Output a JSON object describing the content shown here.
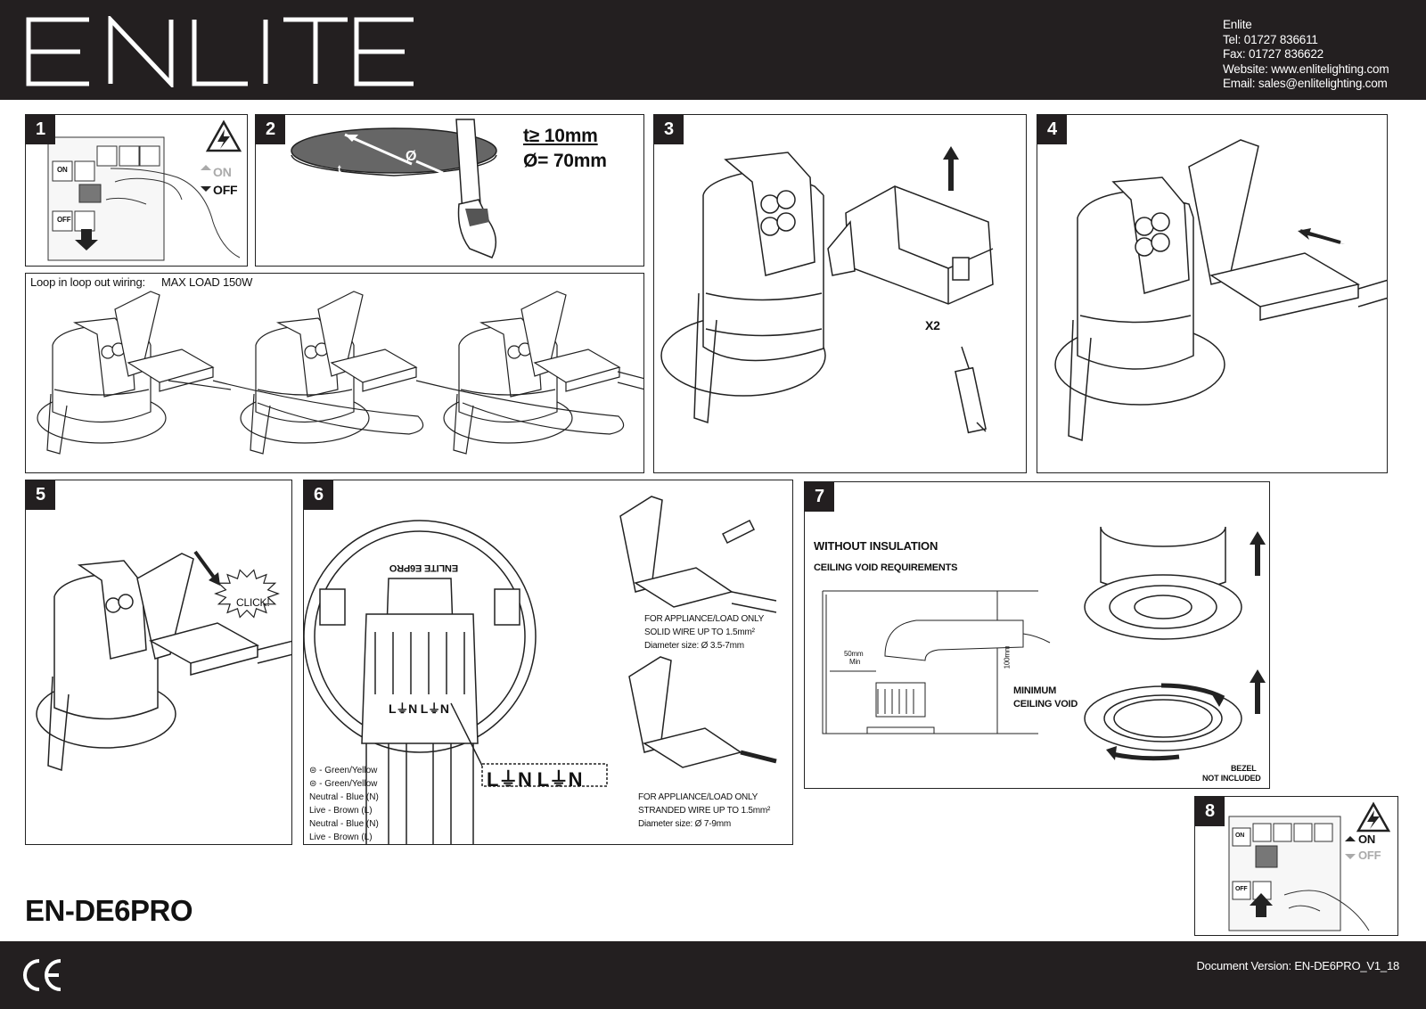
{
  "header": {
    "brand": "ENLITE",
    "contact": {
      "company": "Enlite",
      "tel": "Tel: 01727 836611",
      "fax": "Fax: 01727 836622",
      "website": "Website: www.enlitelighting.com",
      "email": "Email: sales@enlitelighting.com"
    }
  },
  "steps": {
    "s1": {
      "num": "1",
      "breaker_on": "ON",
      "breaker_off": "OFF",
      "legend_on": "ON",
      "legend_off": "OFF"
    },
    "s2": {
      "num": "2",
      "thickness": "t≥ 10mm",
      "diameter": "Ø= 70mm",
      "t_label": "t",
      "o_label": "Ø"
    },
    "loop": {
      "title": "Loop in loop out wiring:",
      "max_load": "MAX LOAD 150W"
    },
    "s3": {
      "num": "3",
      "x2": "X2"
    },
    "s4": {
      "num": "4"
    },
    "s5": {
      "num": "5",
      "click": "CLICK!"
    },
    "s6": {
      "num": "6",
      "solid_1": "FOR APPLIANCE/LOAD ONLY",
      "solid_2": "SOLID WIRE UP TO 1.5mm²",
      "solid_3": "Diameter size: Ø 3.5-7mm",
      "stranded_1": "FOR APPLIANCE/LOAD ONLY",
      "stranded_2": "STRANDED WIRE UP TO 1.5mm²",
      "stranded_3": "Diameter size: Ø 7-9mm",
      "wires": [
        "- Green/Yellow",
        "- Green/Yellow",
        "Neutral - Blue (N)",
        "Live - Brown (L)",
        "Neutral - Blue (N)",
        "Live - Brown (L)"
      ],
      "terminal_label": "L⏚N L⏚N",
      "fitting_text": "ENLITE E6PRO"
    },
    "s7": {
      "num": "7",
      "without": "WITHOUT INSULATION",
      "ceiling": "CEILING VOID REQUIREMENTS",
      "min_50": "50mm",
      "min_word": "Min",
      "void_100": "100mm",
      "min_void_1": "MINIMUM",
      "min_void_2": "CEILING VOID",
      "bezel_1": "BEZEL",
      "bezel_2": "NOT INCLUDED"
    },
    "s8": {
      "num": "8",
      "breaker_on": "ON",
      "breaker_off": "OFF",
      "legend_on": "ON",
      "legend_off": "OFF"
    }
  },
  "footer": {
    "model": "EN-DE6PRO",
    "ce": "CE",
    "doc_version": "Document Version: EN-DE6PRO_V1_18"
  }
}
